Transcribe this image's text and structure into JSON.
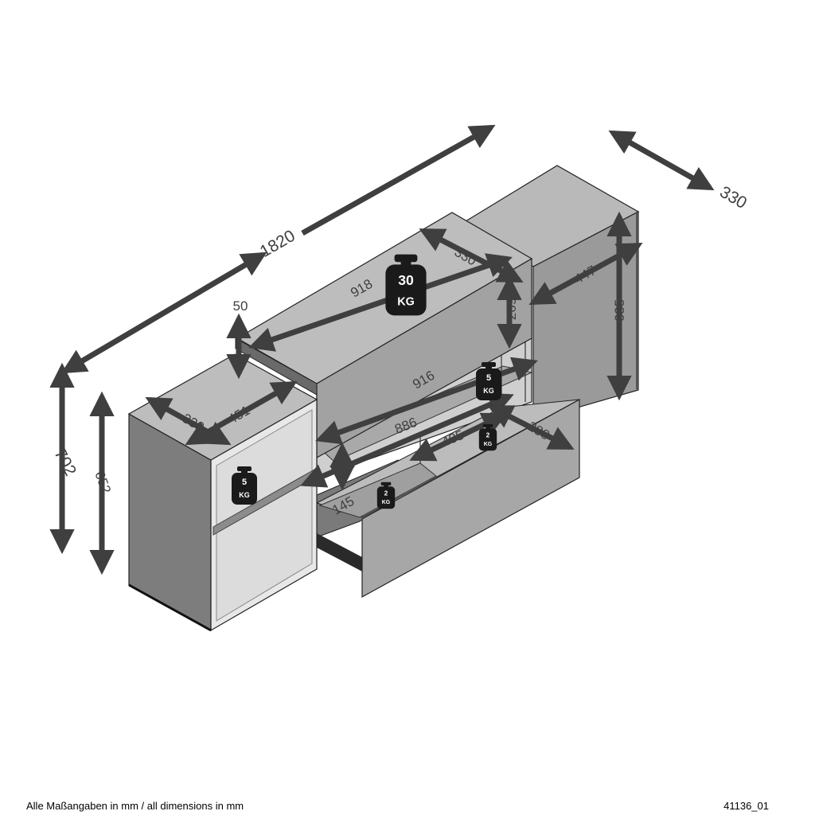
{
  "dimensions": {
    "total_width": "1820",
    "depth_top": "330",
    "total_height": "702",
    "left_height": "652",
    "left_depth": "330",
    "left_width": "451",
    "board_thickness": "50",
    "middle_width": "918",
    "middle_depth": "330",
    "middle_height": "269",
    "shelf_width": "916",
    "inner_width": "886",
    "drawer_width": "405",
    "drawer_depth": "288",
    "drawer_height": "145",
    "right_width": "447",
    "right_height": "635"
  },
  "loads": {
    "top": {
      "value": "30",
      "unit": "KG"
    },
    "shelf_middle": {
      "value": "5",
      "unit": "KG"
    },
    "shelf_left": {
      "value": "5",
      "unit": "KG"
    },
    "drawer_right": {
      "value": "2",
      "unit": "KG"
    },
    "drawer_left": {
      "value": "2",
      "unit": "KG"
    }
  },
  "footer": {
    "note": "Alle Maßangaben in mm / all dimensions in mm",
    "code": "41136_01"
  },
  "colors": {
    "panel_dark": "#7a7a7a",
    "panel_mid": "#9a9a9a",
    "panel_light": "#b9b9b9",
    "arrow": "#3f3f3f",
    "weight": "#1a1a1a"
  }
}
